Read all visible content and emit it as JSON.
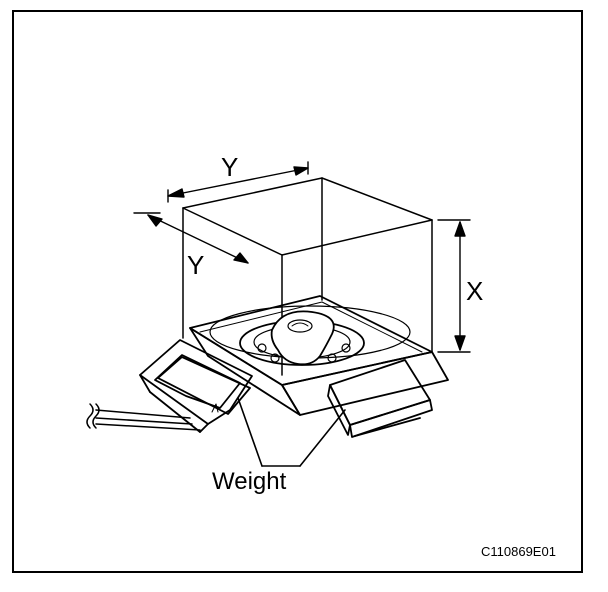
{
  "labels": {
    "dim_top_y": "Y",
    "dim_side_y": "Y",
    "dim_height_x": "X",
    "weight": "Weight",
    "figure_code": "C110869E01"
  },
  "colors": {
    "ink": "#000000",
    "paper": "#ffffff"
  }
}
